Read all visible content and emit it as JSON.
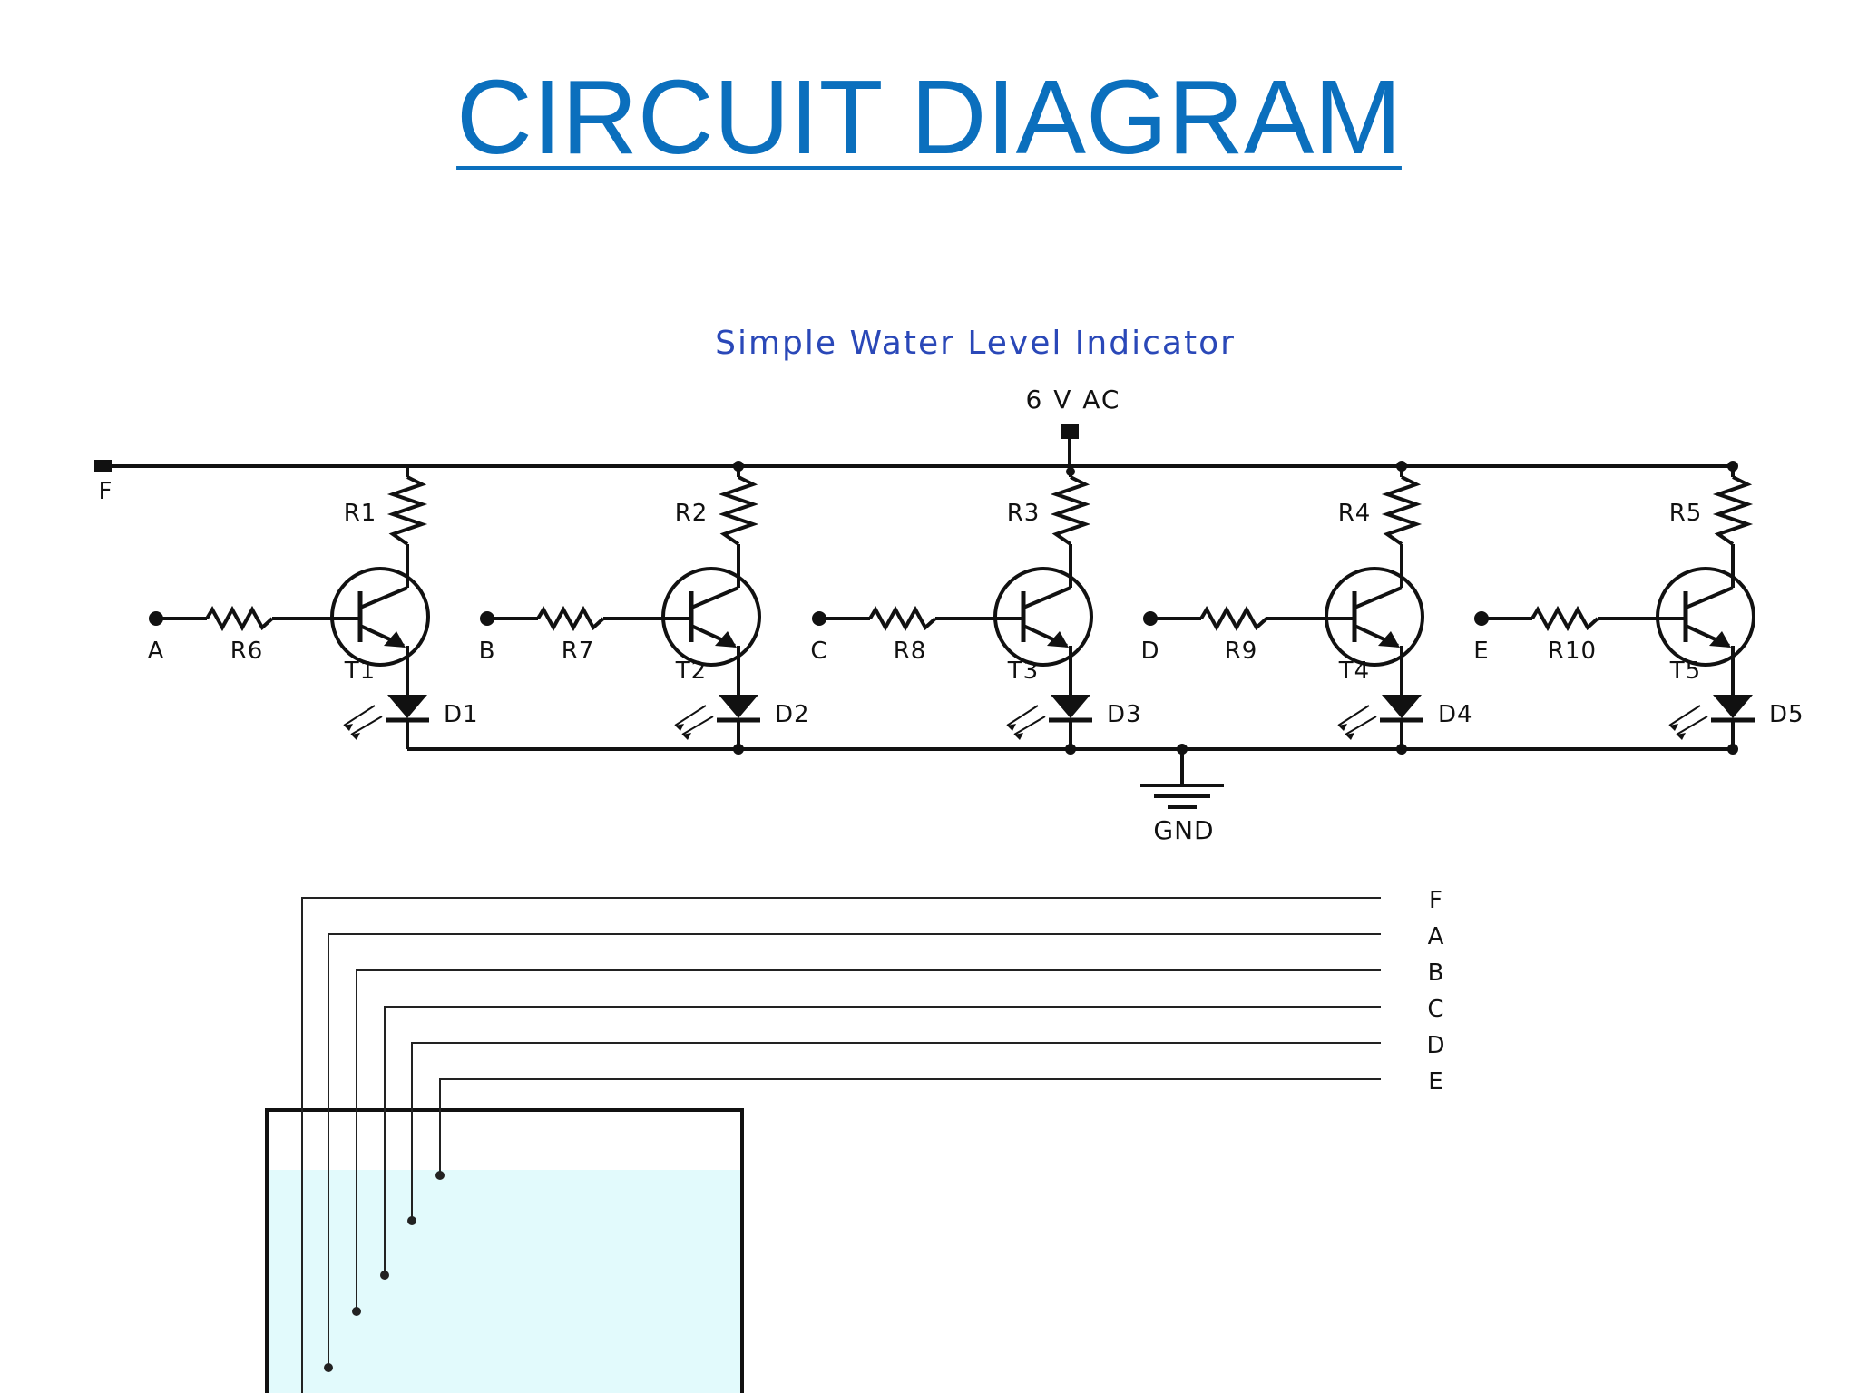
{
  "slide": {
    "title": "CIRCUIT DIAGRAM"
  },
  "diagram": {
    "title": "Simple Water Level Indicator",
    "supply_label": "6 V AC",
    "ground_label": "GND",
    "supply_terminal_label": "F",
    "stages": [
      {
        "input": "A",
        "base_resistor": "R6",
        "collector_resistor": "R1",
        "transistor": "T1",
        "led": "D1"
      },
      {
        "input": "B",
        "base_resistor": "R7",
        "collector_resistor": "R2",
        "transistor": "T2",
        "led": "D2"
      },
      {
        "input": "C",
        "base_resistor": "R8",
        "collector_resistor": "R3",
        "transistor": "T3",
        "led": "D3"
      },
      {
        "input": "D",
        "base_resistor": "R9",
        "collector_resistor": "R4",
        "transistor": "T4",
        "led": "D4"
      },
      {
        "input": "E",
        "base_resistor": "R10",
        "collector_resistor": "R5",
        "transistor": "T5",
        "led": "D5"
      }
    ],
    "probes": [
      "F",
      "A",
      "B",
      "C",
      "D",
      "E"
    ],
    "colors": {
      "title": "#0b6fbd",
      "diagram_title": "#2a48b8",
      "wire": "#111111",
      "water": "#e2fafc"
    }
  }
}
